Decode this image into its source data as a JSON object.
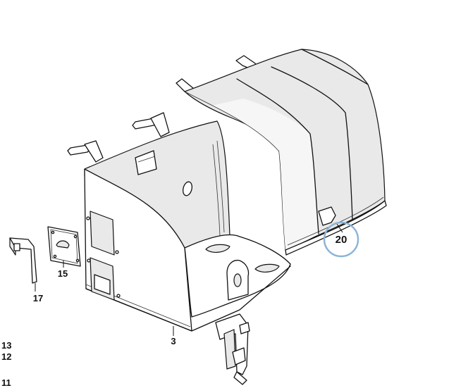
{
  "labels": {
    "part_3": "3",
    "part_11": "11",
    "part_12": "12",
    "part_13": "13",
    "part_15": "15",
    "part_17": "17",
    "part_20": "20"
  },
  "colors": {
    "highlight_ring": "#8db4d8",
    "line": "#111111",
    "shade": "#e9e9e9"
  }
}
